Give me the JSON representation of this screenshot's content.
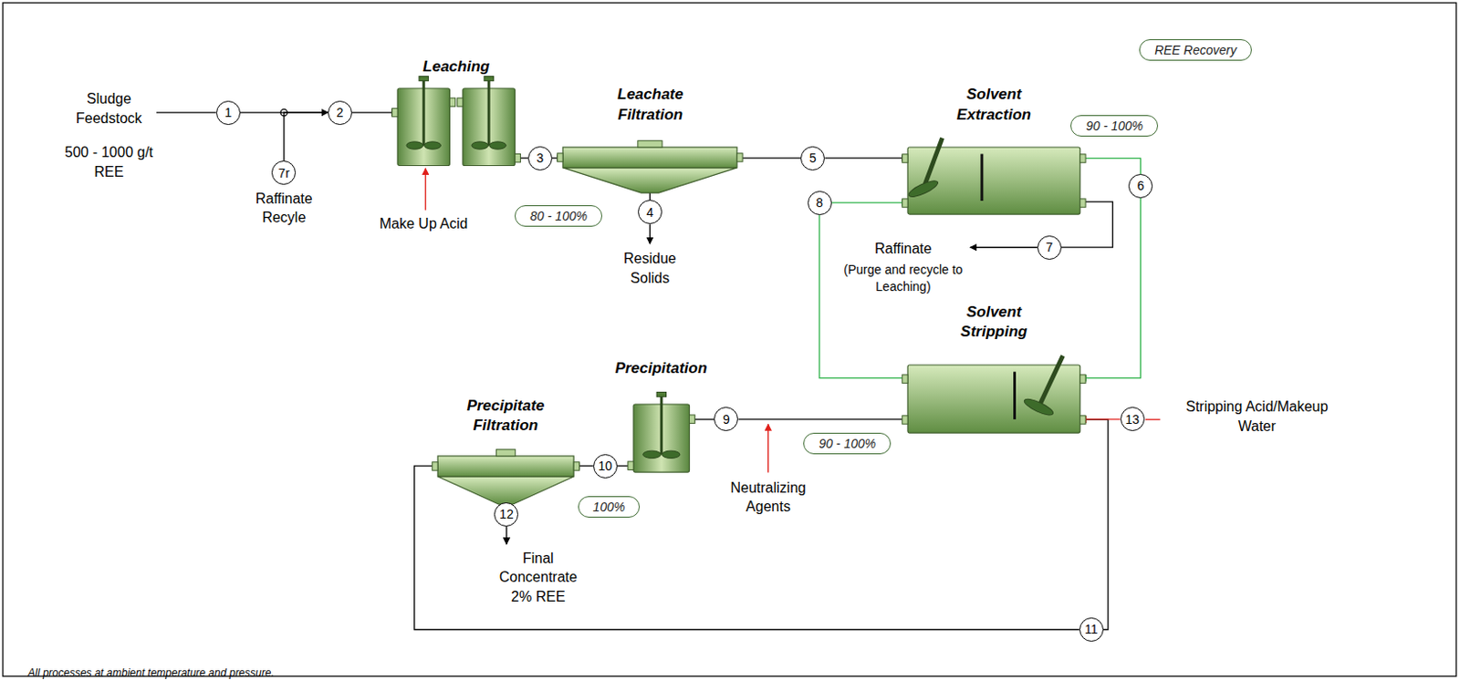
{
  "diagram": {
    "nodes": [
      {
        "text": [
          "REE Recovery"
        ]
      },
      {
        "text": [
          "1"
        ]
      },
      {
        "text": [
          "7r"
        ]
      },
      {
        "text": [
          "2"
        ]
      },
      {
        "text": [
          "Leaching"
        ]
      },
      {
        "text": [
          "3"
        ]
      },
      {
        "text": [
          "Leachate Filtration"
        ]
      },
      {
        "text": [
          "80 - 100%"
        ]
      },
      {
        "text": [
          "4"
        ]
      },
      {
        "text": [
          "5"
        ]
      },
      {
        "text": [
          "Solvent Extraction"
        ]
      },
      {
        "text": [
          "90 - 100%"
        ]
      },
      {
        "text": [
          "6"
        ]
      },
      {
        "text": [
          "8"
        ]
      },
      {
        "text": [
          "7"
        ]
      },
      {
        "text": [
          "Solvent Stripping"
        ]
      },
      {
        "text": [
          "Precipitation"
        ]
      },
      {
        "text": [
          "9"
        ]
      },
      {
        "text": [
          "90 - 100%"
        ]
      },
      {
        "text": [
          "Precipitate Filtration"
        ]
      },
      {
        "text": [
          "10"
        ]
      },
      {
        "text": [
          "100%"
        ]
      },
      {
        "text": [
          "12"
        ]
      },
      {
        "text": [
          "11"
        ]
      },
      {
        "text": [
          "13"
        ]
      }
    ],
    "edges": [
      {
        "from": 1,
        "to": 3,
        "arrow": "to"
      },
      {
        "from": 2,
        "to": 3,
        "arrow": "to"
      },
      {
        "from": 3,
        "to": 4,
        "arrow": "to"
      },
      {
        "from": 4,
        "to": 5,
        "arrow": "none"
      },
      {
        "from": 5,
        "to": 6,
        "arrow": "to"
      },
      {
        "from": 6,
        "to": 8,
        "arrow": "none"
      },
      {
        "from": 6,
        "to": 9,
        "arrow": "none"
      },
      {
        "from": 9,
        "to": 10,
        "arrow": "to"
      },
      {
        "from": 10,
        "to": 12,
        "arrow": "none"
      },
      {
        "from": 12,
        "to": 15,
        "arrow": "to"
      },
      {
        "from": 15,
        "to": 13,
        "arrow": "none"
      },
      {
        "from": 13,
        "to": 10,
        "arrow": "to"
      },
      {
        "from": 10,
        "to": 14,
        "arrow": "none"
      },
      {
        "from": 15,
        "to": 17,
        "arrow": "none"
      },
      {
        "from": 17,
        "to": 16,
        "arrow": "to"
      },
      {
        "from": 16,
        "to": 20,
        "arrow": "none"
      },
      {
        "from": 20,
        "to": 19,
        "arrow": "to"
      },
      {
        "from": 19,
        "to": 23,
        "arrow": "none"
      },
      {
        "from": 23,
        "to": 15,
        "arrow": "to"
      },
      {
        "from": 24,
        "to": 15,
        "arrow": "to"
      },
      {
        "from": 19,
        "to": 22,
        "arrow": "none"
      }
    ],
    "labels": [
      "Sludge Feedstock",
      "500 - 1000 g/t REE",
      "Raffinate Recyle",
      "Make Up Acid",
      "Residue Solids",
      "Raffinate",
      "(Purge and recycle to Leaching)",
      "Neutralizing Agents",
      "Final Concentrate 2% REE",
      "Stripping Acid/Makeup Water",
      "All processes at ambient temperature and pressure."
    ]
  }
}
